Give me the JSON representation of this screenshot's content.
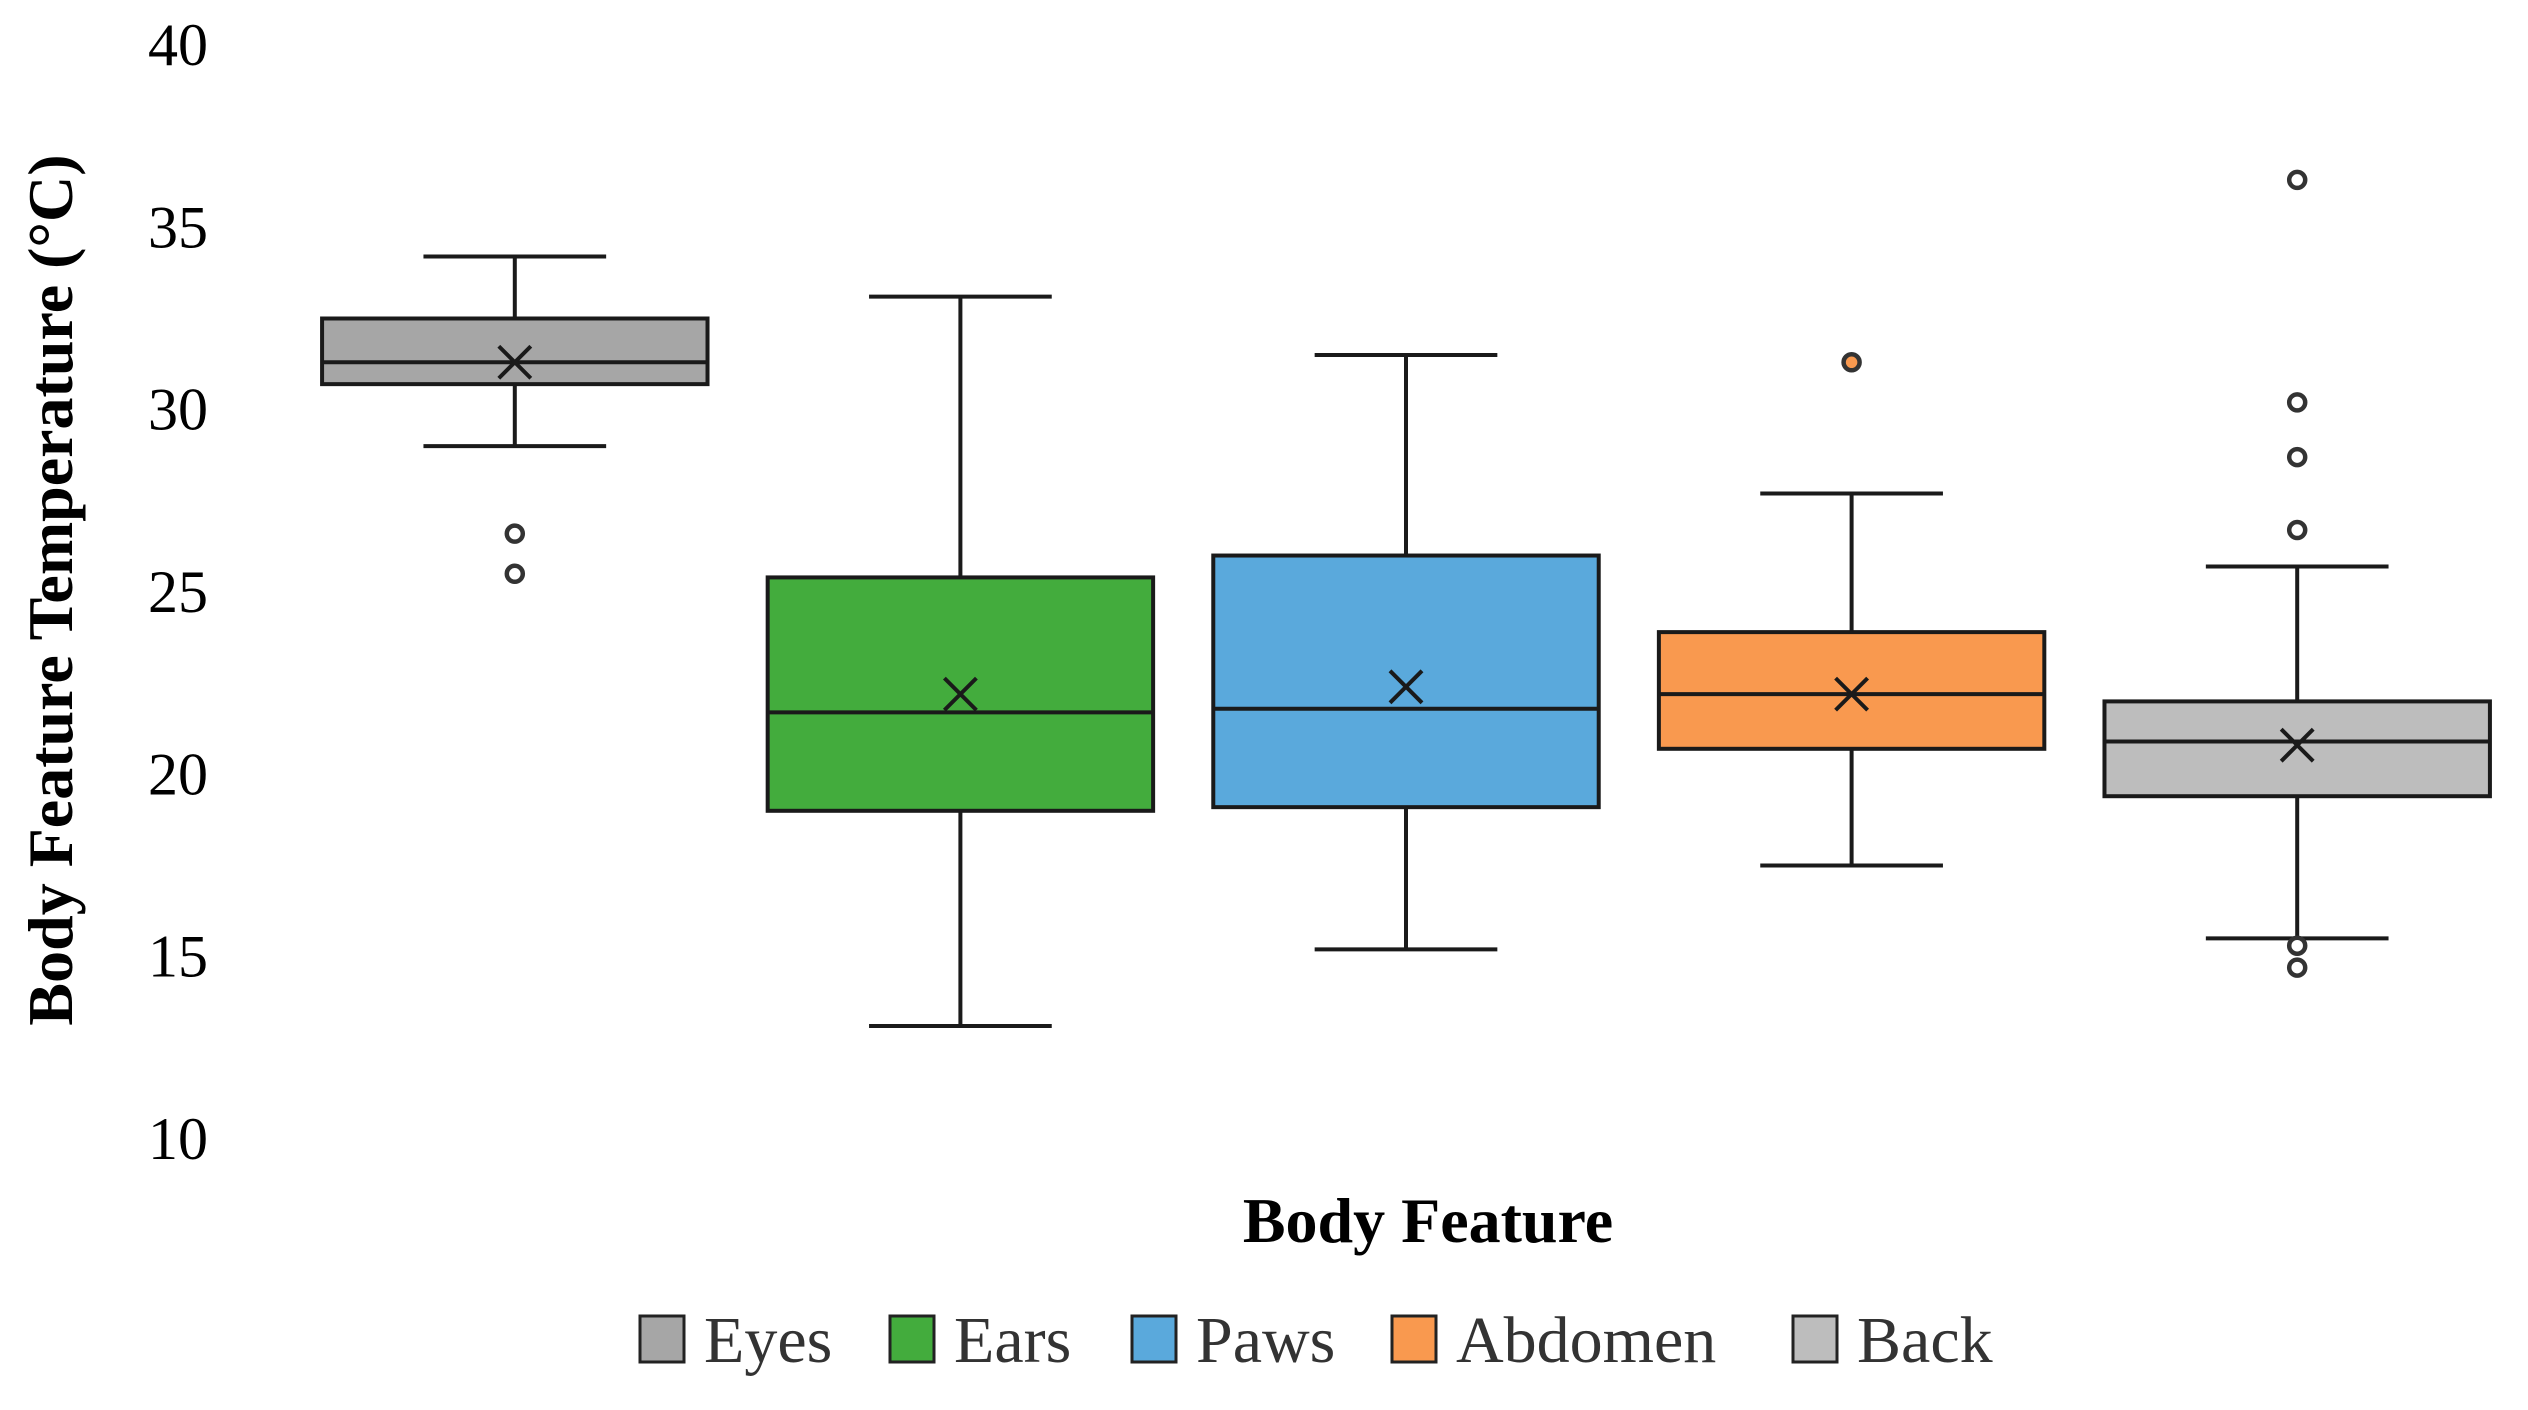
{
  "chart_data": {
    "type": "box",
    "xlabel": "Body Feature",
    "ylabel": "Body Feature Temperature (°C)",
    "ylim": [
      10,
      40
    ],
    "yticks": [
      10,
      15,
      20,
      25,
      30,
      35,
      40
    ],
    "grid": false,
    "legend_position": "bottom",
    "series": [
      {
        "name": "Eyes",
        "color": "#a6a6a6",
        "min": 29.0,
        "q1": 30.7,
        "median": 31.3,
        "mean": 31.3,
        "q3": 32.5,
        "max": 34.2,
        "outliers": [
          26.6,
          25.5
        ]
      },
      {
        "name": "Ears",
        "color": "#43ac3d",
        "min": 13.1,
        "q1": 19.0,
        "median": 21.7,
        "mean": 22.2,
        "q3": 25.4,
        "max": 33.1,
        "outliers": []
      },
      {
        "name": "Paws",
        "color": "#5aa9dc",
        "min": 15.2,
        "q1": 19.1,
        "median": 21.8,
        "mean": 22.4,
        "q3": 26.0,
        "max": 31.5,
        "outliers": []
      },
      {
        "name": "Abdomen",
        "color": "#f9994f",
        "min": 17.5,
        "q1": 20.7,
        "median": 22.2,
        "mean": 22.2,
        "q3": 23.9,
        "max": 27.7,
        "outliers": [
          31.3
        ]
      },
      {
        "name": "Back",
        "color": "#bdbdbd",
        "min": 15.5,
        "q1": 19.4,
        "median": 20.9,
        "mean": 20.8,
        "q3": 22.0,
        "max": 25.7,
        "outliers": [
          36.3,
          30.2,
          28.7,
          26.7,
          15.3,
          14.7
        ]
      }
    ]
  }
}
